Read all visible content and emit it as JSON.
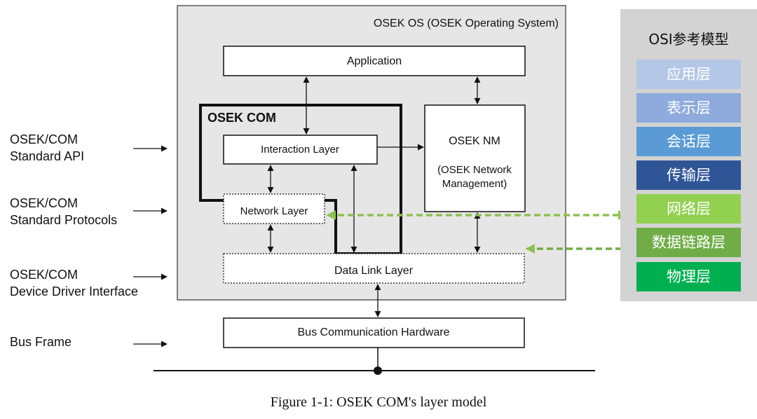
{
  "os_box": {
    "title": "OSEK OS (OSEK Operating System)"
  },
  "application": {
    "label": "Application"
  },
  "osek_com": {
    "title": "OSEK COM"
  },
  "interaction_layer": {
    "label": "Interaction Layer"
  },
  "network_layer": {
    "label": "Network Layer"
  },
  "data_link_layer": {
    "label": "Data Link Layer"
  },
  "osek_nm": {
    "line1": "OSEK NM",
    "line2": "(OSEK Network",
    "line3": "Management)"
  },
  "bus_hardware": {
    "label": "Bus Communication Hardware"
  },
  "left_labels": [
    {
      "text": "OSEK/COM\nStandard API"
    },
    {
      "text": "OSEK/COM\nStandard Protocols"
    },
    {
      "text": "OSEK/COM\nDevice Driver Interface"
    },
    {
      "text": "Bus Frame"
    }
  ],
  "caption": "Figure 1-1: OSEK COM's layer model",
  "osi": {
    "title": "OSI参考模型",
    "layers": [
      {
        "label": "应用层",
        "color": "#b4c7e7"
      },
      {
        "label": "表示层",
        "color": "#8faadc"
      },
      {
        "label": "会话层",
        "color": "#5b9bd5"
      },
      {
        "label": "传输层",
        "color": "#2f5597"
      },
      {
        "label": "网络层",
        "color": "#92d050"
      },
      {
        "label": "数据链路层",
        "color": "#70ad47"
      },
      {
        "label": "物理层",
        "color": "#00b050"
      }
    ]
  },
  "colors": {
    "mapping_arrow": "#8dc153",
    "os_background": "#e6e6e6"
  }
}
